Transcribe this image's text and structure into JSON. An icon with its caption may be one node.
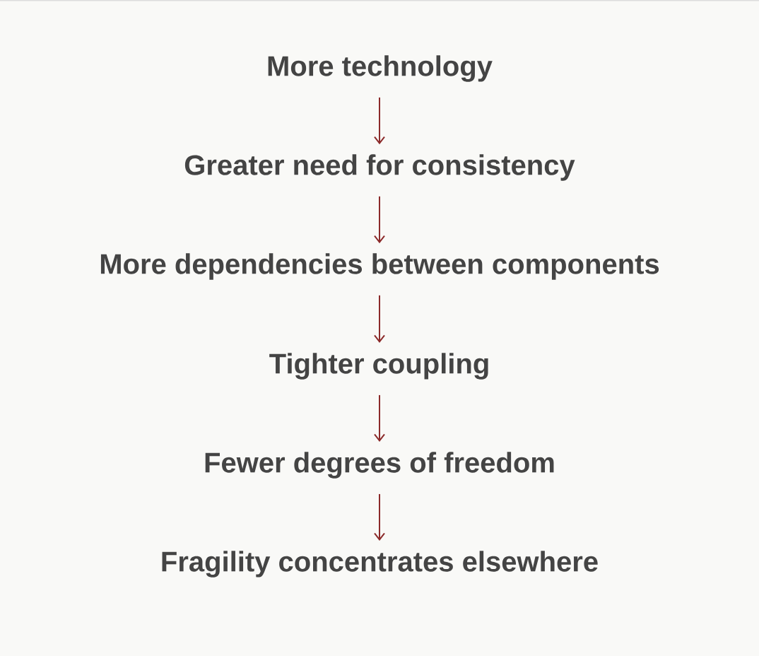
{
  "diagram": {
    "nodes": [
      {
        "text": [
          "More technology"
        ]
      },
      {
        "text": [
          "Greater need for consistency"
        ]
      },
      {
        "text": [
          "More dependencies between components"
        ]
      },
      {
        "text": [
          "Tighter coupling"
        ]
      },
      {
        "text": [
          "Fewer degrees of freedom"
        ]
      },
      {
        "text": [
          "Fragility concentrates elsewhere"
        ]
      }
    ],
    "edges": [
      {
        "from": 0,
        "to": 1,
        "arrow": "to"
      },
      {
        "from": 1,
        "to": 2,
        "arrow": "to"
      },
      {
        "from": 2,
        "to": 3,
        "arrow": "to"
      },
      {
        "from": 3,
        "to": 4,
        "arrow": "to"
      },
      {
        "from": 4,
        "to": 5,
        "arrow": "to"
      }
    ]
  }
}
